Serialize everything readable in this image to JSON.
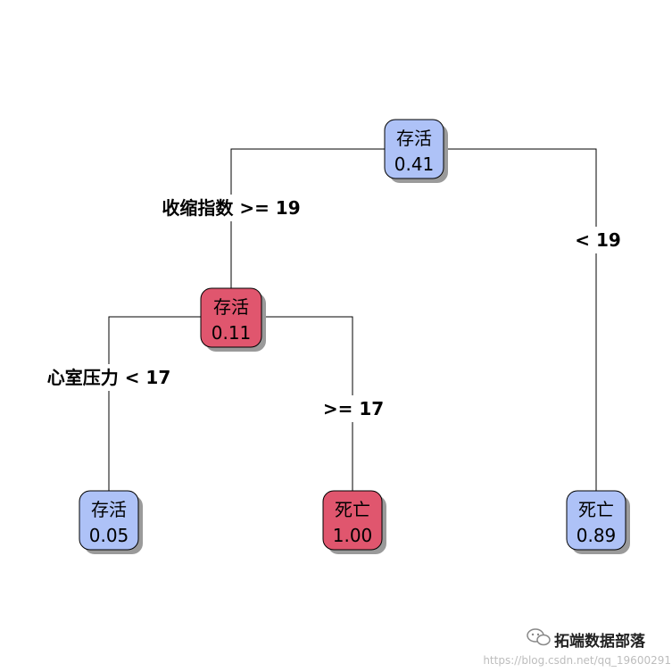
{
  "colors": {
    "survive": "#aec2f7",
    "death": "#e0566e"
  },
  "tree": {
    "nodes": [
      {
        "id": "root",
        "class_label": "存活",
        "prob": "0.41",
        "color_key": "survive"
      },
      {
        "id": "left",
        "class_label": "存活",
        "prob": "0.11",
        "color_key": "death"
      },
      {
        "id": "leaf1",
        "class_label": "存活",
        "prob": "0.05",
        "color_key": "survive"
      },
      {
        "id": "leaf2",
        "class_label": "死亡",
        "prob": "1.00",
        "color_key": "death"
      },
      {
        "id": "leaf3",
        "class_label": "死亡",
        "prob": "0.89",
        "color_key": "survive"
      }
    ],
    "splits": [
      {
        "id": "root-left",
        "text": "收缩指数 >= 19"
      },
      {
        "id": "root-right",
        "text": "< 19"
      },
      {
        "id": "left-left",
        "text": "心室压力 < 17"
      },
      {
        "id": "left-right",
        "text": ">= 17"
      }
    ]
  },
  "watermark": {
    "brand": "拓端数据部落",
    "url": "https://blog.csdn.net/qq_19600291"
  }
}
